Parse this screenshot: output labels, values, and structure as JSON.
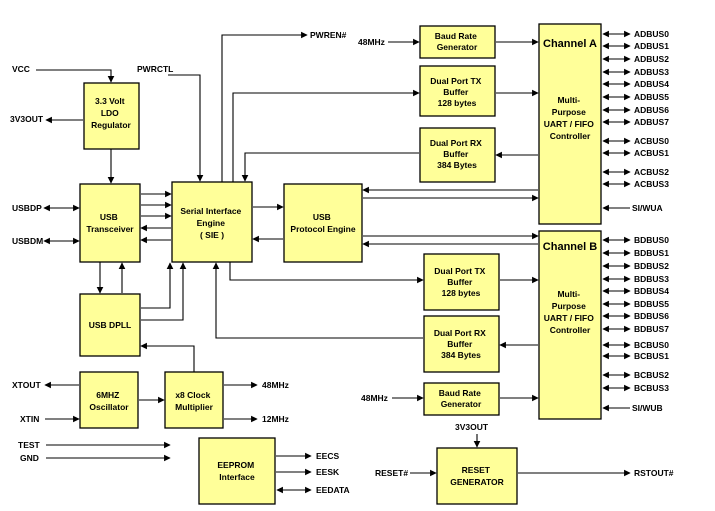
{
  "blocks": {
    "ldo": [
      "3.3 Volt",
      "LDO",
      "Regulator"
    ],
    "usb_transceiver": [
      "USB",
      "Transceiver"
    ],
    "usb_dpll": [
      "USB DPLL"
    ],
    "sie": [
      "Serial Interface",
      "Engine",
      "( SIE )"
    ],
    "usb_protocol": [
      "USB",
      "Protocol Engine"
    ],
    "oscillator": [
      "6MHZ",
      "Oscillator"
    ],
    "clock_mult": [
      "x8 Clock",
      "Multiplier"
    ],
    "eeprom": [
      "EEPROM",
      "Interface"
    ],
    "baud_a": [
      "Baud Rate",
      "Generator"
    ],
    "tx_a": [
      "Dual Port TX",
      "Buffer",
      "128 bytes"
    ],
    "rx_a": [
      "Dual Port RX",
      "Buffer",
      "384 Bytes"
    ],
    "tx_b": [
      "Dual Port TX",
      "Buffer",
      "128 bytes"
    ],
    "rx_b": [
      "Dual Port RX",
      "Buffer",
      "384 Bytes"
    ],
    "baud_b": [
      "Baud Rate",
      "Generator"
    ],
    "reset_gen": [
      "RESET",
      "GENERATOR"
    ],
    "channel_a_title": "Channel A",
    "channel_a": [
      "Multi-",
      "Purpose",
      "UART / FIFO",
      "Controller"
    ],
    "channel_b_title": "Channel B",
    "channel_b": [
      "Multi-",
      "Purpose",
      "UART / FIFO",
      "Controller"
    ]
  },
  "signals": {
    "vcc": "VCC",
    "pwrctl": "PWRCTL",
    "pwren": "PWREN#",
    "v3out_left": "3V3OUT",
    "usbdp": "USBDP",
    "usbdm": "USBDM",
    "xtout": "XTOUT",
    "xtin": "XTIN",
    "test": "TEST",
    "gnd": "GND",
    "clk48": "48MHz",
    "clk12": "12MHz",
    "eecs": "EECS",
    "eesk": "EESK",
    "eedata": "EEDATA",
    "baud_a_in": "48MHz",
    "baud_b_in": "48MHz",
    "v3out_reset": "3V3OUT",
    "reset_in": "RESET#",
    "rstout": "RSTOUT#",
    "si_wua": "SI/WUA",
    "si_wub": "SI/WUB"
  },
  "channel_a_pins": [
    "ADBUS0",
    "ADBUS1",
    "ADBUS2",
    "ADBUS3",
    "ADBUS4",
    "ADBUS5",
    "ADBUS6",
    "ADBUS7",
    "ACBUS0",
    "ACBUS1",
    "ACBUS2",
    "ACBUS3"
  ],
  "channel_b_pins": [
    "BDBUS0",
    "BDBUS1",
    "BDBUS2",
    "BDBUS3",
    "BDBUS4",
    "BDBUS5",
    "BDBUS6",
    "BDBUS7",
    "BCBUS0",
    "BCBUS1",
    "BCBUS2",
    "BCBUS3"
  ]
}
